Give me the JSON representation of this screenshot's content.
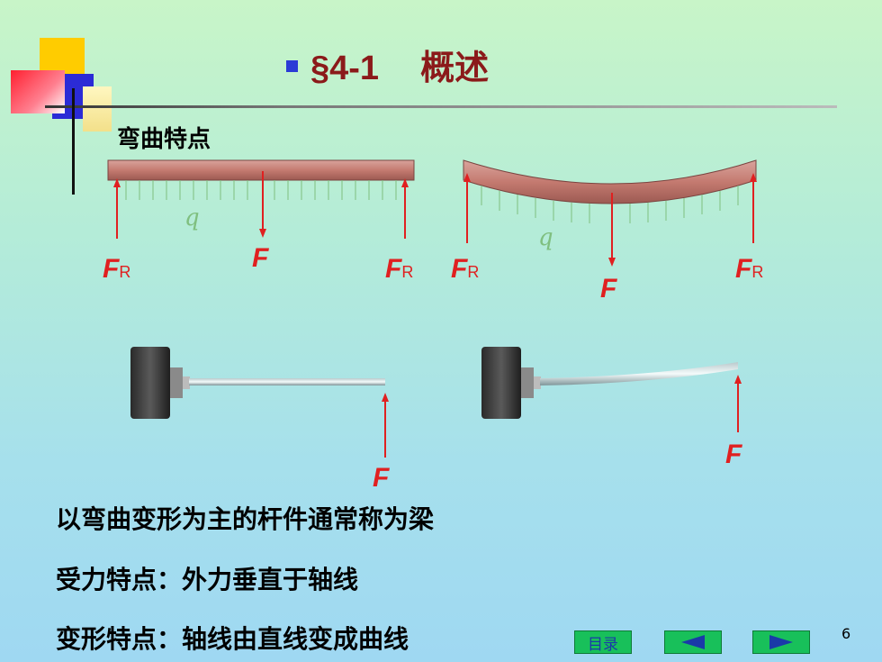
{
  "slide": {
    "title_section": "§4-1",
    "title_text": "概述",
    "subtitle": "弯曲特点",
    "paragraphs": [
      "以弯曲变形为主的杆件通常称为梁",
      "受力特点：外力垂直于轴线",
      "变形特点：轴线由直线变成曲线"
    ],
    "page_number": "6"
  },
  "figures": {
    "load_label": "q",
    "force_label": "F",
    "reaction_label": "F",
    "reaction_subscript": "R"
  },
  "nav": {
    "contents_label": "目录",
    "prev_icon": "triangle-left-icon",
    "next_icon": "triangle-right-icon"
  },
  "colors": {
    "title": "#8b1a1a",
    "arrow": "#e02020",
    "nav_button": "#18c05a",
    "bullet": "#2b3bd6"
  }
}
